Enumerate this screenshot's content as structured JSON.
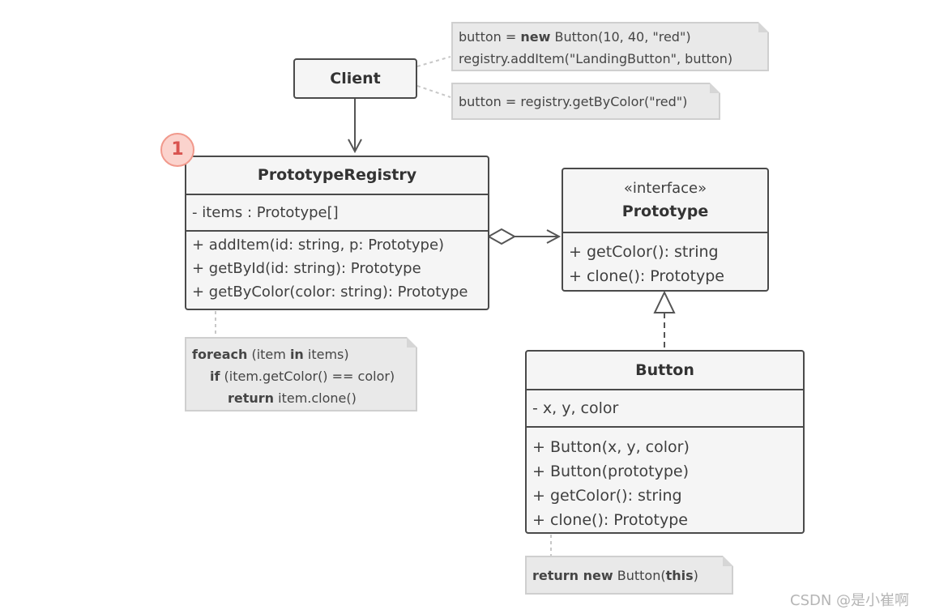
{
  "badge": "1",
  "client": {
    "title": "Client"
  },
  "registry": {
    "title": "PrototypeRegistry",
    "fields": [
      "- items : Prototype[]"
    ],
    "methods": [
      "+ addItem(id: string, p: Prototype)",
      "+ getById(id: string): Prototype",
      "+ getByColor(color: string): Prototype"
    ]
  },
  "prototype": {
    "stereotype": "«interface»",
    "title": "Prototype",
    "methods": [
      "+ getColor(): string",
      "+ clone(): Prototype"
    ]
  },
  "button": {
    "title": "Button",
    "fields": [
      "- x, y, color"
    ],
    "methods": [
      "+ Button(x, y, color)",
      "+ Button(prototype)",
      "+ getColor(): string",
      "+ clone(): Prototype"
    ]
  },
  "notes": {
    "client_top": {
      "l1_a": "button = ",
      "l1_kw": "new",
      "l1_b": " Button(10, 40, \"red\")",
      "l2": "registry.addItem(\"LandingButton\", button)"
    },
    "client_bottom": {
      "l1": "button = registry.getByColor(\"red\")"
    },
    "registry": {
      "l1_kw": "foreach",
      "l1_a": " (item ",
      "l1_kw2": "in",
      "l1_b": " items)",
      "l2_kw": "if",
      "l2_a": " (item.getColor() == color)",
      "l3_kw": "return",
      "l3_a": " item.clone()"
    },
    "button": {
      "l1_kw": "return new",
      "l1_a": " Button(",
      "l1_kw2": "this",
      "l1_b": ")"
    }
  },
  "watermark": "CSDN @是小崔啊"
}
